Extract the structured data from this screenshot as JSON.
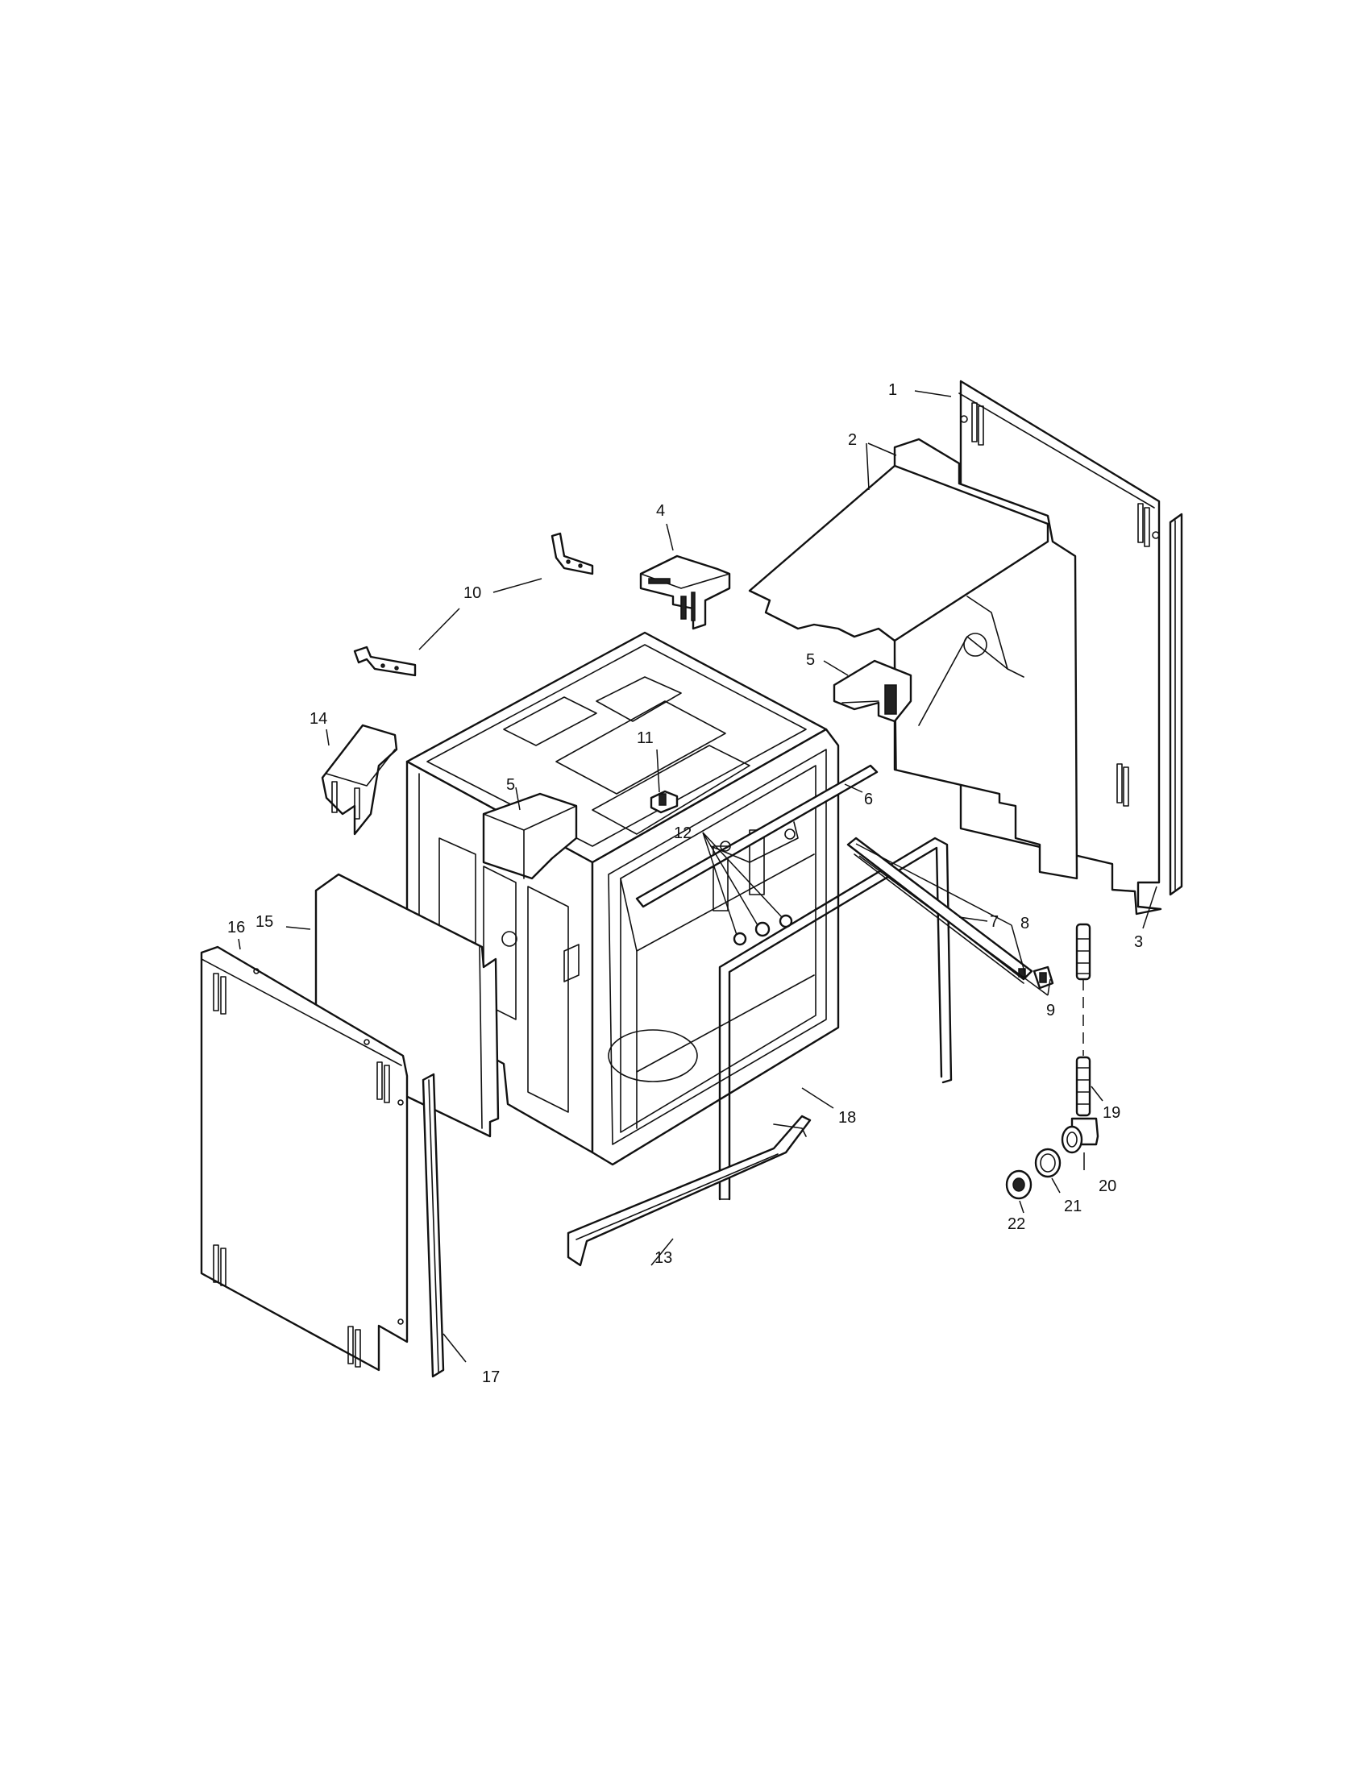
{
  "diagram": {
    "callouts": [
      {
        "id": "c1",
        "label": "1"
      },
      {
        "id": "c2",
        "label": "2"
      },
      {
        "id": "c3",
        "label": "3"
      },
      {
        "id": "c4",
        "label": "4"
      },
      {
        "id": "c5a",
        "label": "5"
      },
      {
        "id": "c5b",
        "label": "5"
      },
      {
        "id": "c6",
        "label": "6"
      },
      {
        "id": "c7",
        "label": "7"
      },
      {
        "id": "c8",
        "label": "8"
      },
      {
        "id": "c9",
        "label": "9"
      },
      {
        "id": "c10",
        "label": "10"
      },
      {
        "id": "c11",
        "label": "11"
      },
      {
        "id": "c12",
        "label": "12"
      },
      {
        "id": "c13",
        "label": "13"
      },
      {
        "id": "c14",
        "label": "14"
      },
      {
        "id": "c15",
        "label": "15"
      },
      {
        "id": "c16",
        "label": "16"
      },
      {
        "id": "c17",
        "label": "17"
      },
      {
        "id": "c18",
        "label": "18"
      },
      {
        "id": "c19",
        "label": "19"
      },
      {
        "id": "c20",
        "label": "20"
      },
      {
        "id": "c21",
        "label": "21"
      },
      {
        "id": "c22",
        "label": "22"
      }
    ]
  }
}
